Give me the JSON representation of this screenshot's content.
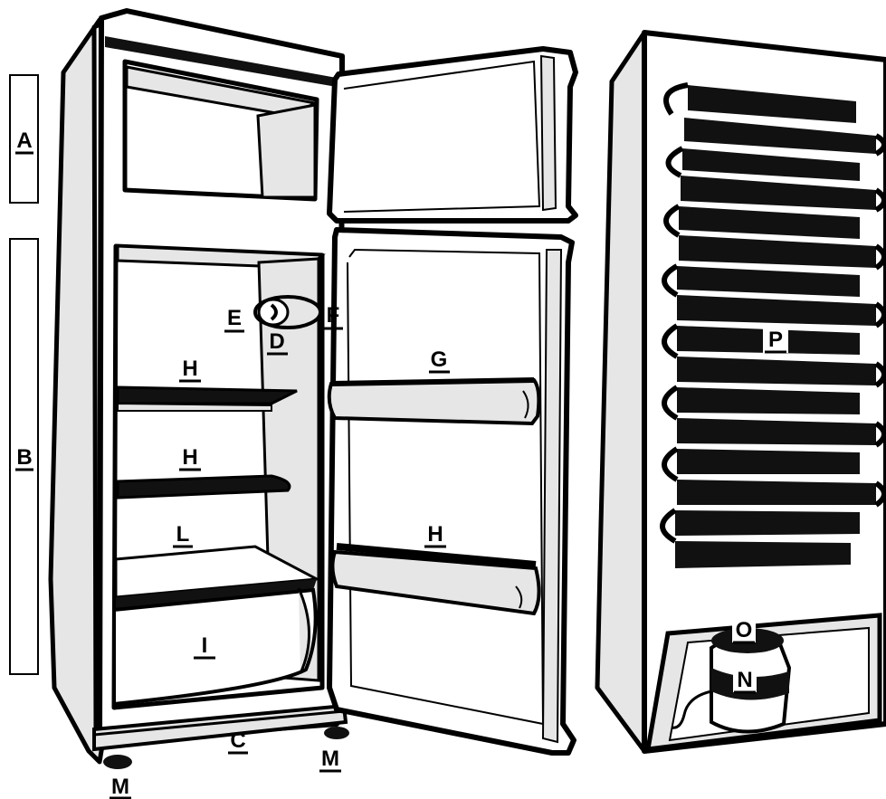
{
  "colors": {
    "outline": "#000000",
    "body_fill": "#ffffff",
    "shade_fill": "#e6e6e6",
    "dark_fill": "#111111"
  },
  "labels": {
    "A": "A",
    "B": "B",
    "C": "C",
    "D": "D",
    "E": "E",
    "F": "F",
    "G": "G",
    "H": "H",
    "I": "I",
    "L": "L",
    "M": "M",
    "N": "N",
    "O": "O",
    "P": "P"
  },
  "icons": {
    "fridge_front": "open-refrigerator-icon",
    "fridge_back": "refrigerator-rear-view-icon"
  }
}
